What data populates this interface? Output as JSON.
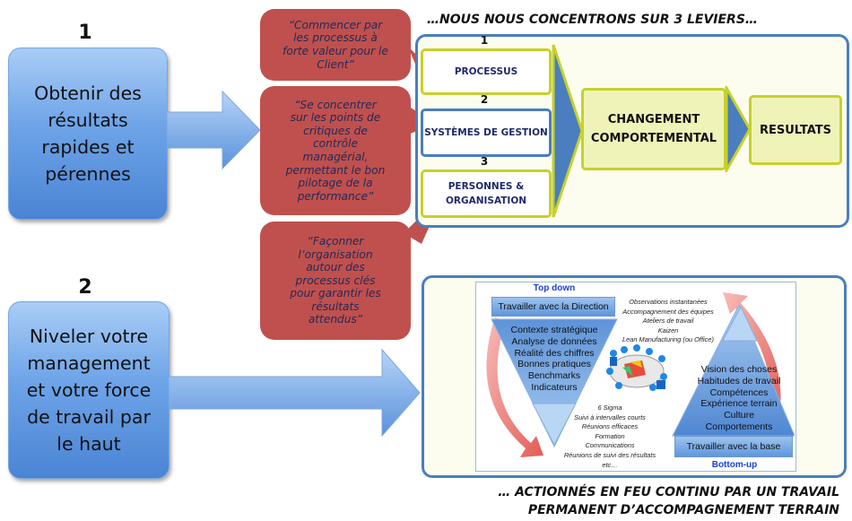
{
  "section1": {
    "number": "1",
    "label": "Obtenir des\nrésultats\nrapides et\npérennes"
  },
  "section2": {
    "number": "2",
    "label": "Niveler votre\nmanagement\net votre force\nde travail par\nle haut"
  },
  "bubbles": [
    "“Commencer par\nles processus à\nforte valeur pour le\nClient”",
    "“Se concentrer\nsur les points de\ncritiques de\ncontrôle\nmanagérial,\npermettant le bon\npilotage de la\nperformance”",
    "“Façonner\nl’organisation\nautour des\nprocessus clés\npour garantir les\nrésultats\nattendus”"
  ],
  "levers": {
    "heading": "…NOUS NOUS CONCENTRONS SUR 3 LEVIERS…",
    "items": [
      {
        "number": "1",
        "label": "PROCESSUS"
      },
      {
        "number": "2",
        "label": "SYSTÈMES  DE GESTION"
      },
      {
        "number": "3",
        "label": "PERSONNES &\nORGANISATION"
      }
    ],
    "change": "CHANGEMENT\nCOMPORTEMENTAL",
    "results": "RESULTATS"
  },
  "approach": {
    "top_label": "Top down",
    "top_bar": "Travailler avec la Direction",
    "top_items": "Contexte stratégique\nAnalyse de données\nRéalité des chiffres\nBonnes pratiques\nBenchmarks\nIndicateurs",
    "middle_top": "Observations instantanées\nAccompagnement des équipes\nAteliers de travail\nKaizen\nLean Manufacturing (ou Office)",
    "middle_bottom": "6 Sigma\nSuivi à intervalles courts\nRéunions efficaces\nFormation\nCommunications\nRéunions de suivi des résultats etc…",
    "bottom_items": "Vision des choses\nHabitudes de travail\nCompétences\nExpérience terrain\nCulture\nComportements",
    "bottom_bar": "Travailler avec la base",
    "bottom_label": "Bottom-up"
  },
  "footer": "… ACTIONNÉS EN FEU CONTINU PAR UN TRAVAIL\nPERMANENT  D’ACCOMPAGNEMENT TERRAIN",
  "colors": {
    "blue_box": "#6ea4e8",
    "bubble_red": "#c0504d",
    "lever_green": "#c6d12a",
    "panel_blue": "#4a7ebf",
    "bottom_up_blue": "#1b3fd6"
  }
}
